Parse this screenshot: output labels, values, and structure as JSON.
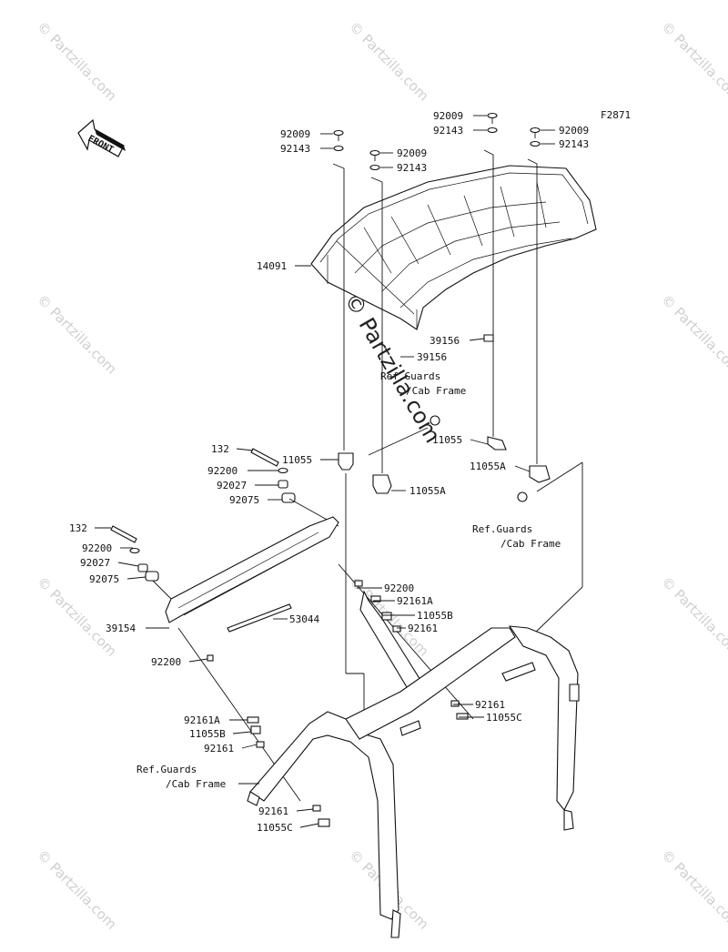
{
  "diagram": {
    "figure_code": "F2871",
    "front_label": "FRONT",
    "watermark": "© Partzilla.com",
    "labels": {
      "p92009_a": "92009",
      "p92143_a": "92143",
      "p92009_b": "92009",
      "p92143_b": "92143",
      "p92009_c": "92009",
      "p92143_c": "92143",
      "p92009_d": "92009",
      "p92143_d": "92143",
      "p14091": "14091",
      "p39156_a": "39156",
      "p39156_b": "39156",
      "ref_guards_1a": "Ref.Guards",
      "ref_guards_1b": "/Cab Frame",
      "p11055_a": "11055",
      "p11055_b": "11055",
      "p11055A_a": "11055A",
      "p11055A_b": "11055A",
      "ref_guards_2a": "Ref.Guards",
      "ref_guards_2b": "/Cab Frame",
      "p132_a": "132",
      "p92200_a": "92200",
      "p92027_a": "92027",
      "p92075_a": "92075",
      "p132_b": "132",
      "p92200_b": "92200",
      "p92027_b": "92027",
      "p92075_b": "92075",
      "p92200_c": "92200",
      "p92161A_a": "92161A",
      "p11055B_a": "11055B",
      "p92161_a": "92161",
      "p39154": "39154",
      "p53044": "53044",
      "p92200_d": "92200",
      "p92161_b": "92161",
      "p11055C_a": "11055C",
      "p92161A_b": "92161A",
      "p11055B_b": "11055B",
      "p92161_c": "92161",
      "ref_guards_3a": "Ref.Guards",
      "ref_guards_3b": "/Cab Frame",
      "p92161_d": "92161",
      "p11055C_b": "11055C"
    }
  }
}
